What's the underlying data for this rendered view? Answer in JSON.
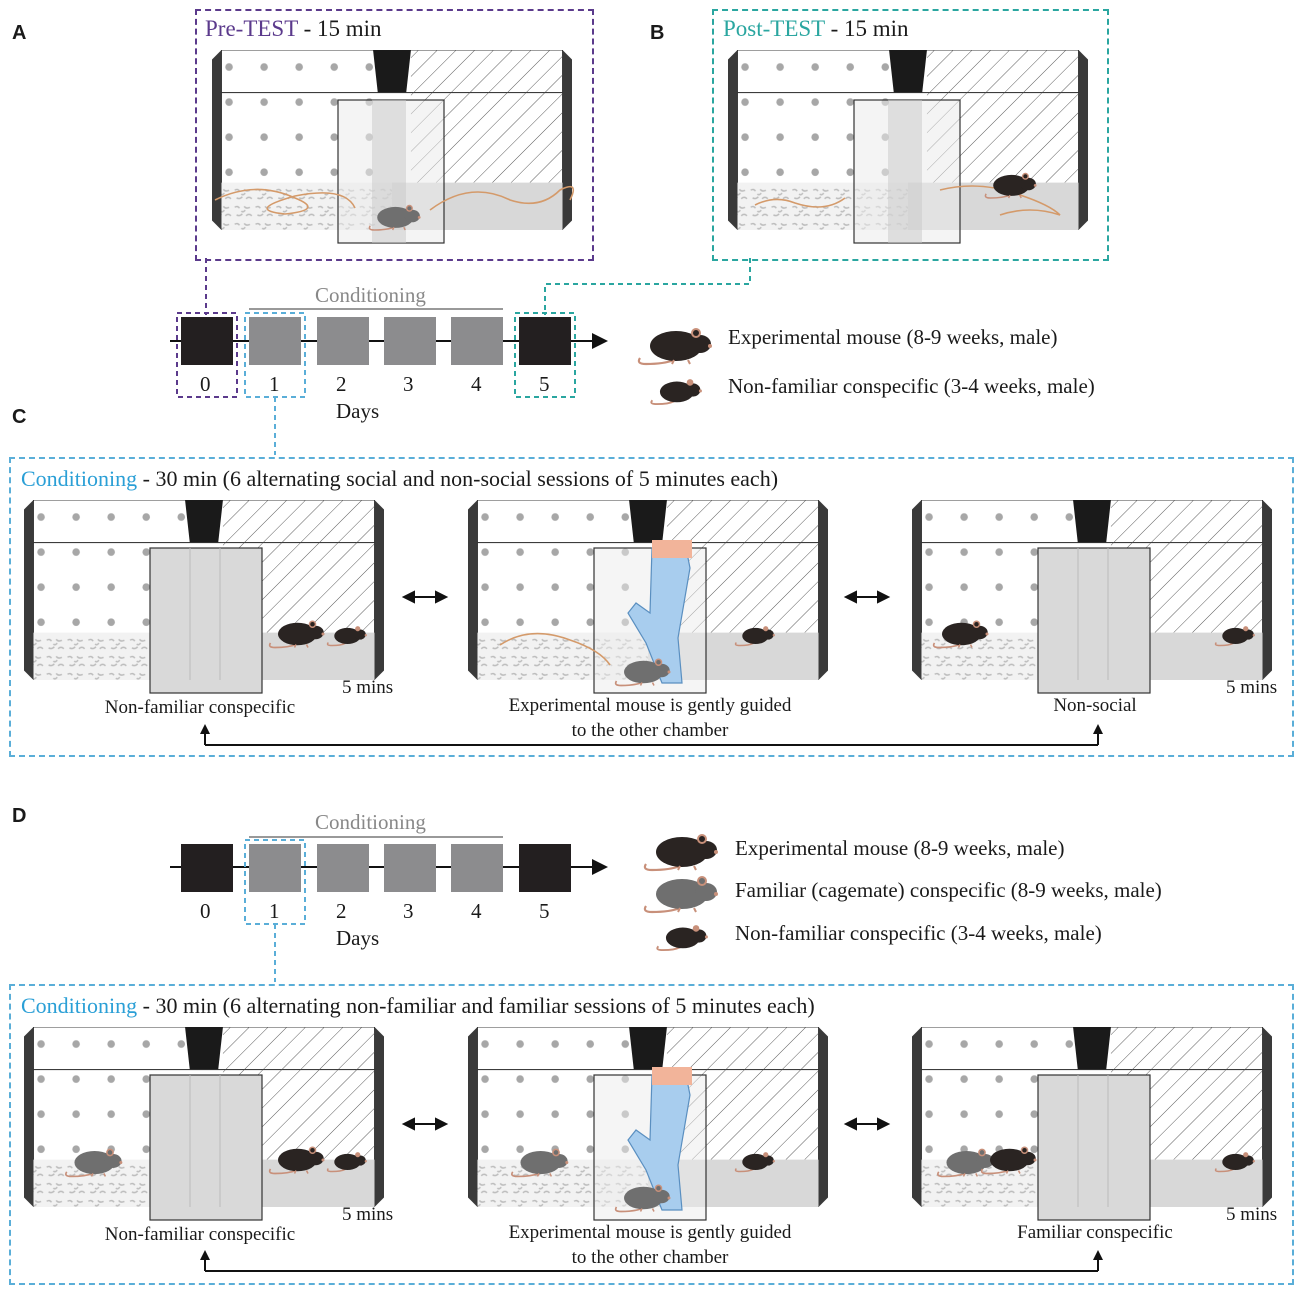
{
  "panels": {
    "a_letter": "A",
    "b_letter": "B",
    "c_letter": "C",
    "d_letter": "D"
  },
  "pre_test": {
    "title": "Pre-TEST",
    "duration": " - 15 min"
  },
  "post_test": {
    "title": "Post-TEST",
    "duration": " - 15 min"
  },
  "timeline_top": {
    "conditioning_label": "Conditioning",
    "days": [
      "0",
      "1",
      "2",
      "3",
      "4",
      "5"
    ],
    "days_label": "Days"
  },
  "legend_top": {
    "experimental": "Experimental mouse (8-9 weeks, male)",
    "nonfamiliar": "Non-familiar conspecific (3-4 weeks, male)"
  },
  "panel_c": {
    "title_colored": "Conditioning",
    "title_rest": " - 30 min (6 alternating social and non-social sessions of 5 minutes each)",
    "caption_left": "Non-familiar conspecific",
    "caption_mid_1": "Experimental mouse is gently guided",
    "caption_mid_2": "to the other chamber",
    "caption_right": "Non-social",
    "time_left": "5 mins",
    "time_right": "5 mins"
  },
  "timeline_bottom": {
    "conditioning_label": "Conditioning",
    "days": [
      "0",
      "1",
      "2",
      "3",
      "4",
      "5"
    ],
    "days_label": "Days"
  },
  "legend_bottom": {
    "experimental": "Experimental mouse (8-9 weeks, male)",
    "familiar": "Familiar (cagemate) conspecific (8-9 weeks, male)",
    "nonfamiliar": "Non-familiar conspecific (3-4 weeks, male)"
  },
  "panel_d": {
    "title_colored": "Conditioning",
    "title_rest": " - 30 min (6 alternating non-familiar and familiar sessions of 5 minutes each)",
    "caption_left": "Non-familiar conspecific",
    "caption_mid_1": "Experimental mouse is gently guided",
    "caption_mid_2": "to the other chamber",
    "caption_right": "Familiar conspecific",
    "time_left": "5 mins",
    "time_right": "5 mins"
  },
  "colors": {
    "purple": "#5b3a8c",
    "teal": "#2aa6a0",
    "blue": "#2a9fd6",
    "day_dark": "#231f20",
    "day_gray": "#8c8c8e"
  }
}
